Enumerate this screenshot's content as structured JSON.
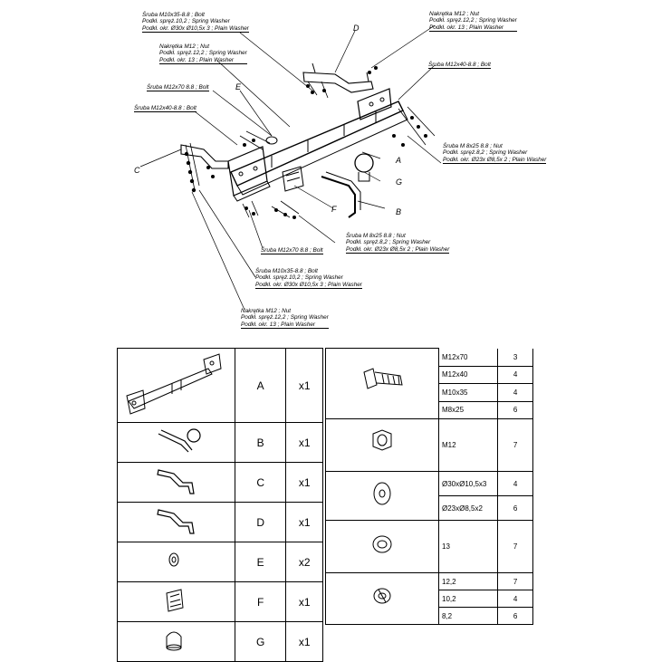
{
  "callouts": {
    "bolt_m10x35_top": [
      "Śruba M10x35-8.8 ; Bolt",
      "Podkł. spręż.10,2 ; Spring Washer",
      "Podkł. okr. Ø30x Ø10,5x 3 ; Plain Washer"
    ],
    "nut_m12_top_left": [
      "Nakrętka  M12 ; Nut",
      "Podkł. spręż.12,2 ; Spring Washer",
      "Podkł. okr. 13 ; Plain Washer"
    ],
    "bolt_m12x70_top": [
      "Śruba M12x70 8.8 ; Bolt"
    ],
    "bolt_m12x40_left": [
      "Śruba M12x40-8.8 ; Bolt"
    ],
    "nut_m12_top_right": [
      "Nakrętka  M12 ; Nut",
      "Podkł. spręż.12,2 ; Spring Washer",
      "Podkł. okr. 13 ; Plain Washer"
    ],
    "bolt_m12x40_right": [
      "Śruba M12x40-8.8 ; Bolt"
    ],
    "nut_m8_right": [
      "Śruba M 8x25 8.8 ; Nut",
      "Podkł. spręż.8,2 ; Spring Washer",
      "Podkł. okr. Ø23x Ø8,5x 2 ; Plain Washer"
    ],
    "nut_m8_bottom": [
      "Śruba M 8x25 8.8 ; Nut",
      "Podkł. spręż.8,2 ; Spring Washer",
      "Podkł. okr. Ø23x Ø8,5x 2 ; Plain Washer"
    ],
    "bolt_m12x70_bottom": [
      "Śruba M12x70 8.8 ; Bolt"
    ],
    "bolt_m10x35_bottom": [
      "Śruba M10x35-8.8 ; Bolt",
      "Podkł. spręż.10,2 ; Spring Washer",
      "Podkł. okr.  Ø30x Ø10,5x 3 ; Plain Washer"
    ],
    "nut_m12_bottom": [
      "Nakrętka  M12 ; Nut",
      "Podkł. spręż.12,2 ; Spring Washer",
      "Podkł. okr. 13 ; Plain Washer"
    ]
  },
  "part_letters": {
    "A": "A",
    "B": "B",
    "C": "C",
    "D": "D",
    "E": "E",
    "F": "F",
    "G": "G"
  },
  "parts_table": [
    {
      "code": "A",
      "qty": "x1",
      "icon": "crossbar-icon"
    },
    {
      "code": "B",
      "qty": "x1",
      "icon": "towball-icon"
    },
    {
      "code": "C",
      "qty": "x1",
      "icon": "bracket-icon"
    },
    {
      "code": "D",
      "qty": "x1",
      "icon": "bracket-icon"
    },
    {
      "code": "E",
      "qty": "x2",
      "icon": "spacer-icon"
    },
    {
      "code": "F",
      "qty": "x1",
      "icon": "socket-plate-icon"
    },
    {
      "code": "G",
      "qty": "x1",
      "icon": "ball-cap-icon"
    }
  ],
  "hardware_table": {
    "bolts": [
      {
        "size": "M12x70",
        "qty": "3"
      },
      {
        "size": "M12x40",
        "qty": "4"
      },
      {
        "size": "M10x35",
        "qty": "4"
      },
      {
        "size": "M8x25",
        "qty": "6"
      }
    ],
    "nuts": [
      {
        "size": "M12",
        "qty": "7"
      }
    ],
    "plain_washers_large": [
      {
        "size": "Ø30xØ10,5x3",
        "qty": "4"
      },
      {
        "size": "Ø23xØ8,5x2",
        "qty": "6"
      }
    ],
    "plain_washers_small": [
      {
        "size": "13",
        "qty": "7"
      }
    ],
    "spring_washers": [
      {
        "size": "12,2",
        "qty": "7"
      },
      {
        "size": "10,2",
        "qty": "4"
      },
      {
        "size": "8,2",
        "qty": "6"
      }
    ]
  }
}
